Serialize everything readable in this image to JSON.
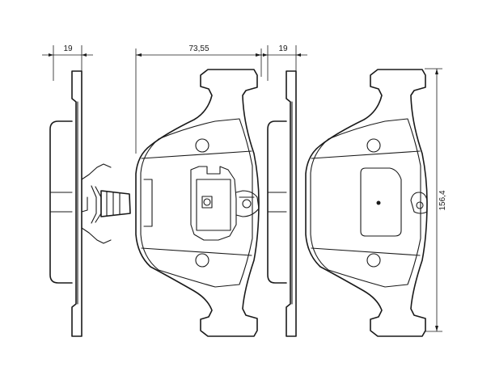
{
  "dimensions": {
    "left_thickness": "19",
    "width": "73,55",
    "right_thickness": "19",
    "height": "156,4"
  },
  "colors": {
    "line": "#1a1a1a",
    "background": "#ffffff"
  }
}
